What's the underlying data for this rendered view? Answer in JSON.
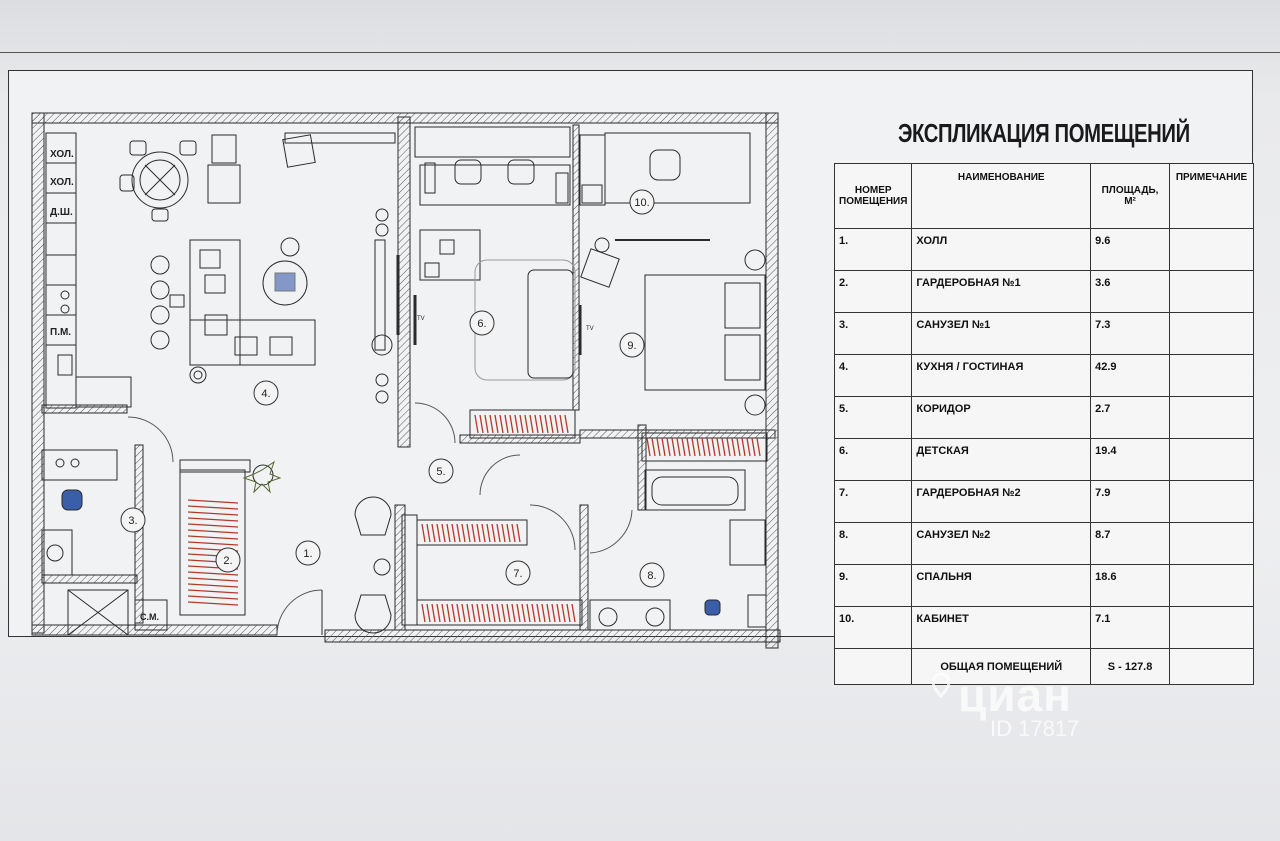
{
  "plan": {
    "room_markers": [
      "1.",
      "2.",
      "3.",
      "4.",
      "5.",
      "6.",
      "7.",
      "8.",
      "9.",
      "10."
    ],
    "kitchen_labels": [
      "ХОЛ.",
      "ХОЛ.",
      "Д.Ш.",
      "П.М."
    ],
    "washer_label": "С.М.",
    "tv_label": "TV"
  },
  "explication": {
    "title": "ЭКСПЛИКАЦИЯ ПОМЕЩЕНИЙ",
    "headers": {
      "number": "НОМЕР ПОМЕЩЕНИЯ",
      "name": "НАИМЕНОВАНИЕ",
      "area": "ПЛОЩАДЬ, М²",
      "note": "ПРИМЕЧАНИЕ"
    },
    "rows": [
      {
        "number": "1.",
        "name": "ХОЛЛ",
        "area": "9.6",
        "note": ""
      },
      {
        "number": "2.",
        "name": "ГАРДЕРОБНАЯ №1",
        "area": "3.6",
        "note": ""
      },
      {
        "number": "3.",
        "name": "САНУЗЕЛ №1",
        "area": "7.3",
        "note": ""
      },
      {
        "number": "4.",
        "name": "КУХНЯ / ГОСТИНАЯ",
        "area": "42.9",
        "note": ""
      },
      {
        "number": "5.",
        "name": "КОРИДОР",
        "area": "2.7",
        "note": ""
      },
      {
        "number": "6.",
        "name": "ДЕТСКАЯ",
        "area": "19.4",
        "note": ""
      },
      {
        "number": "7.",
        "name": "ГАРДЕРОБНАЯ №2",
        "area": "7.9",
        "note": ""
      },
      {
        "number": "8.",
        "name": "САНУЗЕЛ №2",
        "area": "8.7",
        "note": ""
      },
      {
        "number": "9.",
        "name": "СПАЛЬНЯ",
        "area": "18.6",
        "note": ""
      },
      {
        "number": "10.",
        "name": "КАБИНЕТ",
        "area": "7.1",
        "note": ""
      }
    ],
    "total_label": "ОБЩАЯ ПОМЕЩЕНИЙ",
    "total_value": "S - 127.8"
  },
  "watermark": {
    "logo_text": "циан",
    "id_text": "ID 17817"
  },
  "colors": {
    "line": "#2b2b2b",
    "toilet_blue": "#3b5ea8",
    "wardrobe_red": "#b33a2a",
    "paper": "#f1f2f4"
  }
}
